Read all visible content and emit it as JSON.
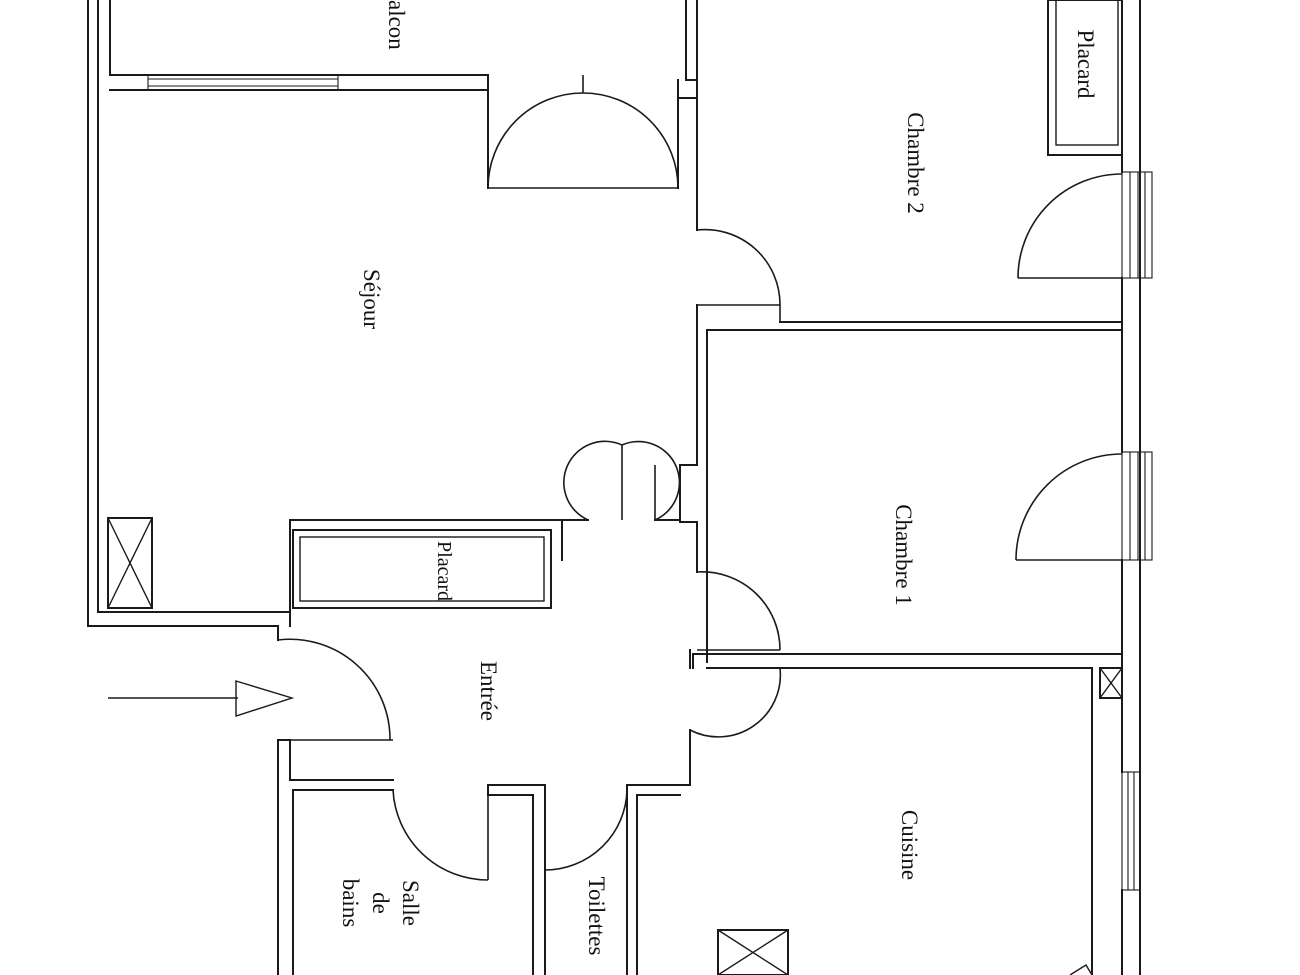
{
  "plan": {
    "rooms": {
      "balcon": "alcon",
      "sejour": "Séjour",
      "chambre2": "Chambre 2",
      "placard_chambre2": "Placard",
      "chambre1": "Chambre 1",
      "placard_entree": "Placard",
      "entree": "Entrée",
      "cuisine": "Cuisine",
      "salle_de_bains": [
        "Salle",
        "de",
        "bains"
      ],
      "toilettes": "Toilettes"
    },
    "colors": {
      "line": "#1a1a1a",
      "background": "#ffffff"
    }
  }
}
